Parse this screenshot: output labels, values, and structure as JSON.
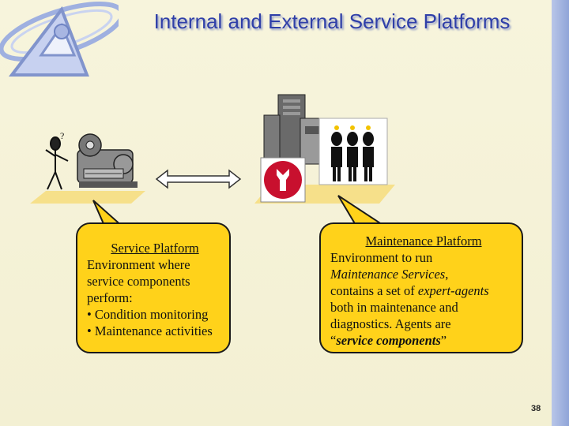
{
  "title": "Internal and External Service Platforms",
  "left_callout": {
    "heading": "Service Platform",
    "lines": [
      "Environment where",
      "service components",
      "perform:",
      "• Condition monitoring",
      "• Maintenance activities"
    ]
  },
  "right_callout": {
    "heading": "Maintenance Platform",
    "line1": "Environment to run",
    "line2_em": "Maintenance Services",
    "line2_tail": ",",
    "line3_pre": "contains a set of ",
    "line3_em": "expert-agents",
    "line4": "both in maintenance and",
    "line5": "diagnostics. Agents are",
    "line6_pre": "“",
    "line6_em": "service components",
    "line6_post": "”"
  },
  "page_number": "38",
  "colors": {
    "title": "#2f3fa8",
    "callout_fill": "#ffd21a",
    "pad_fill": "#f6e08a"
  },
  "icons": [
    "logo-emblem-icon",
    "factory-machine-icon",
    "double-arrow-icon",
    "server-icon",
    "wrench-icon",
    "experts-icon"
  ]
}
